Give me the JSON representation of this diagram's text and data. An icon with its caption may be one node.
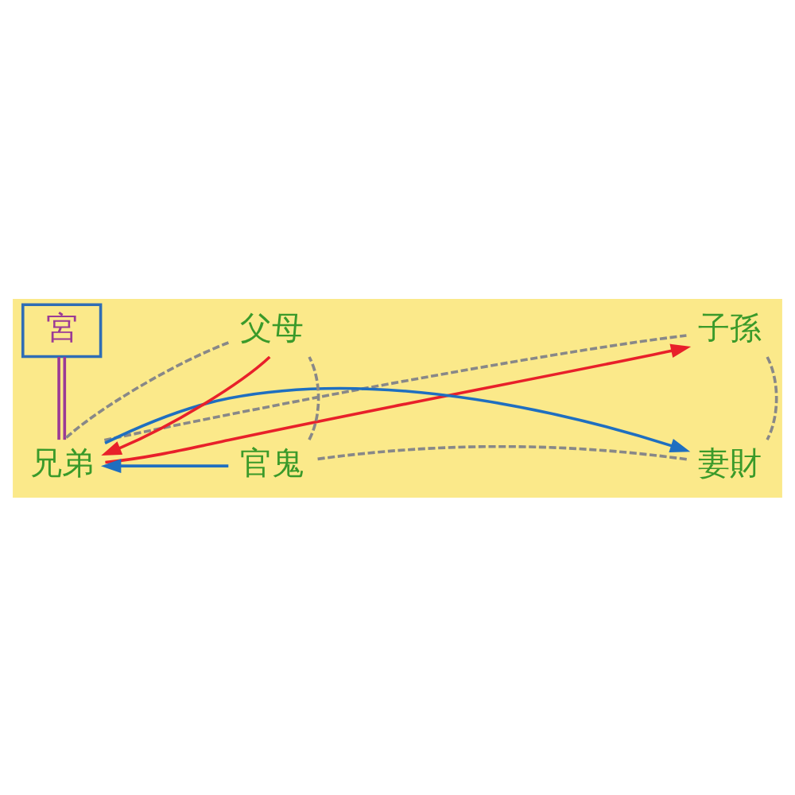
{
  "diagram": {
    "nodes": [
      {
        "text": [
          "宮"
        ]
      },
      {
        "text": [
          "兄弟"
        ]
      },
      {
        "text": [
          "父母"
        ]
      },
      {
        "text": [
          "子孫"
        ]
      },
      {
        "text": [
          "官鬼"
        ]
      },
      {
        "text": [
          "妻財"
        ]
      }
    ],
    "edges": [
      {
        "from": 0,
        "to": 1,
        "arrow": "none",
        "color": "#9b3a96"
      },
      {
        "from": 1,
        "to": 3,
        "arrow": "none",
        "style": "dashed"
      },
      {
        "from": 3,
        "to": 5,
        "arrow": "none",
        "style": "dashed"
      },
      {
        "from": 5,
        "to": 4,
        "arrow": "none",
        "style": "dashed"
      },
      {
        "from": 4,
        "to": 2,
        "arrow": "none",
        "style": "dashed"
      },
      {
        "from": 2,
        "to": 1,
        "arrow": "none",
        "style": "dashed"
      },
      {
        "from": 2,
        "to": 1,
        "arrow": "to",
        "color": "#e8202a"
      },
      {
        "from": 1,
        "to": 3,
        "arrow": "to",
        "color": "#e8202a"
      },
      {
        "from": 4,
        "to": 1,
        "arrow": "to",
        "color": "#1f6fc0"
      },
      {
        "from": 1,
        "to": 5,
        "arrow": "to",
        "color": "#1f6fc0"
      }
    ]
  }
}
